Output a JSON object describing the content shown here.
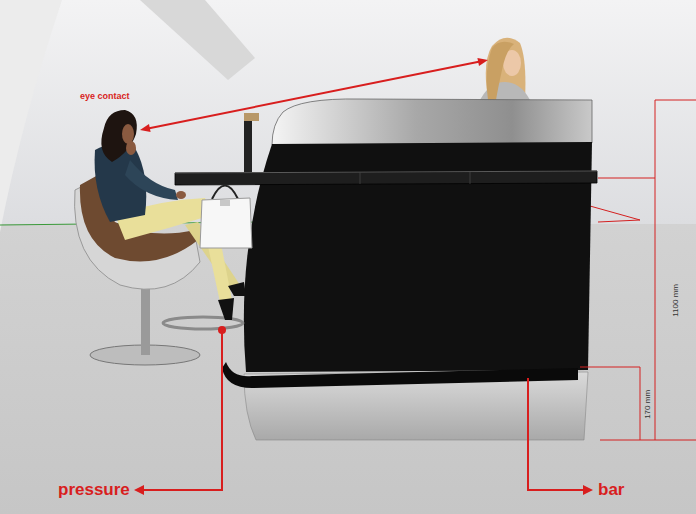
{
  "diagram": {
    "labels": [
      "eye contact",
      "pressure",
      "bar",
      "1100 mm",
      "170 mm"
    ]
  }
}
